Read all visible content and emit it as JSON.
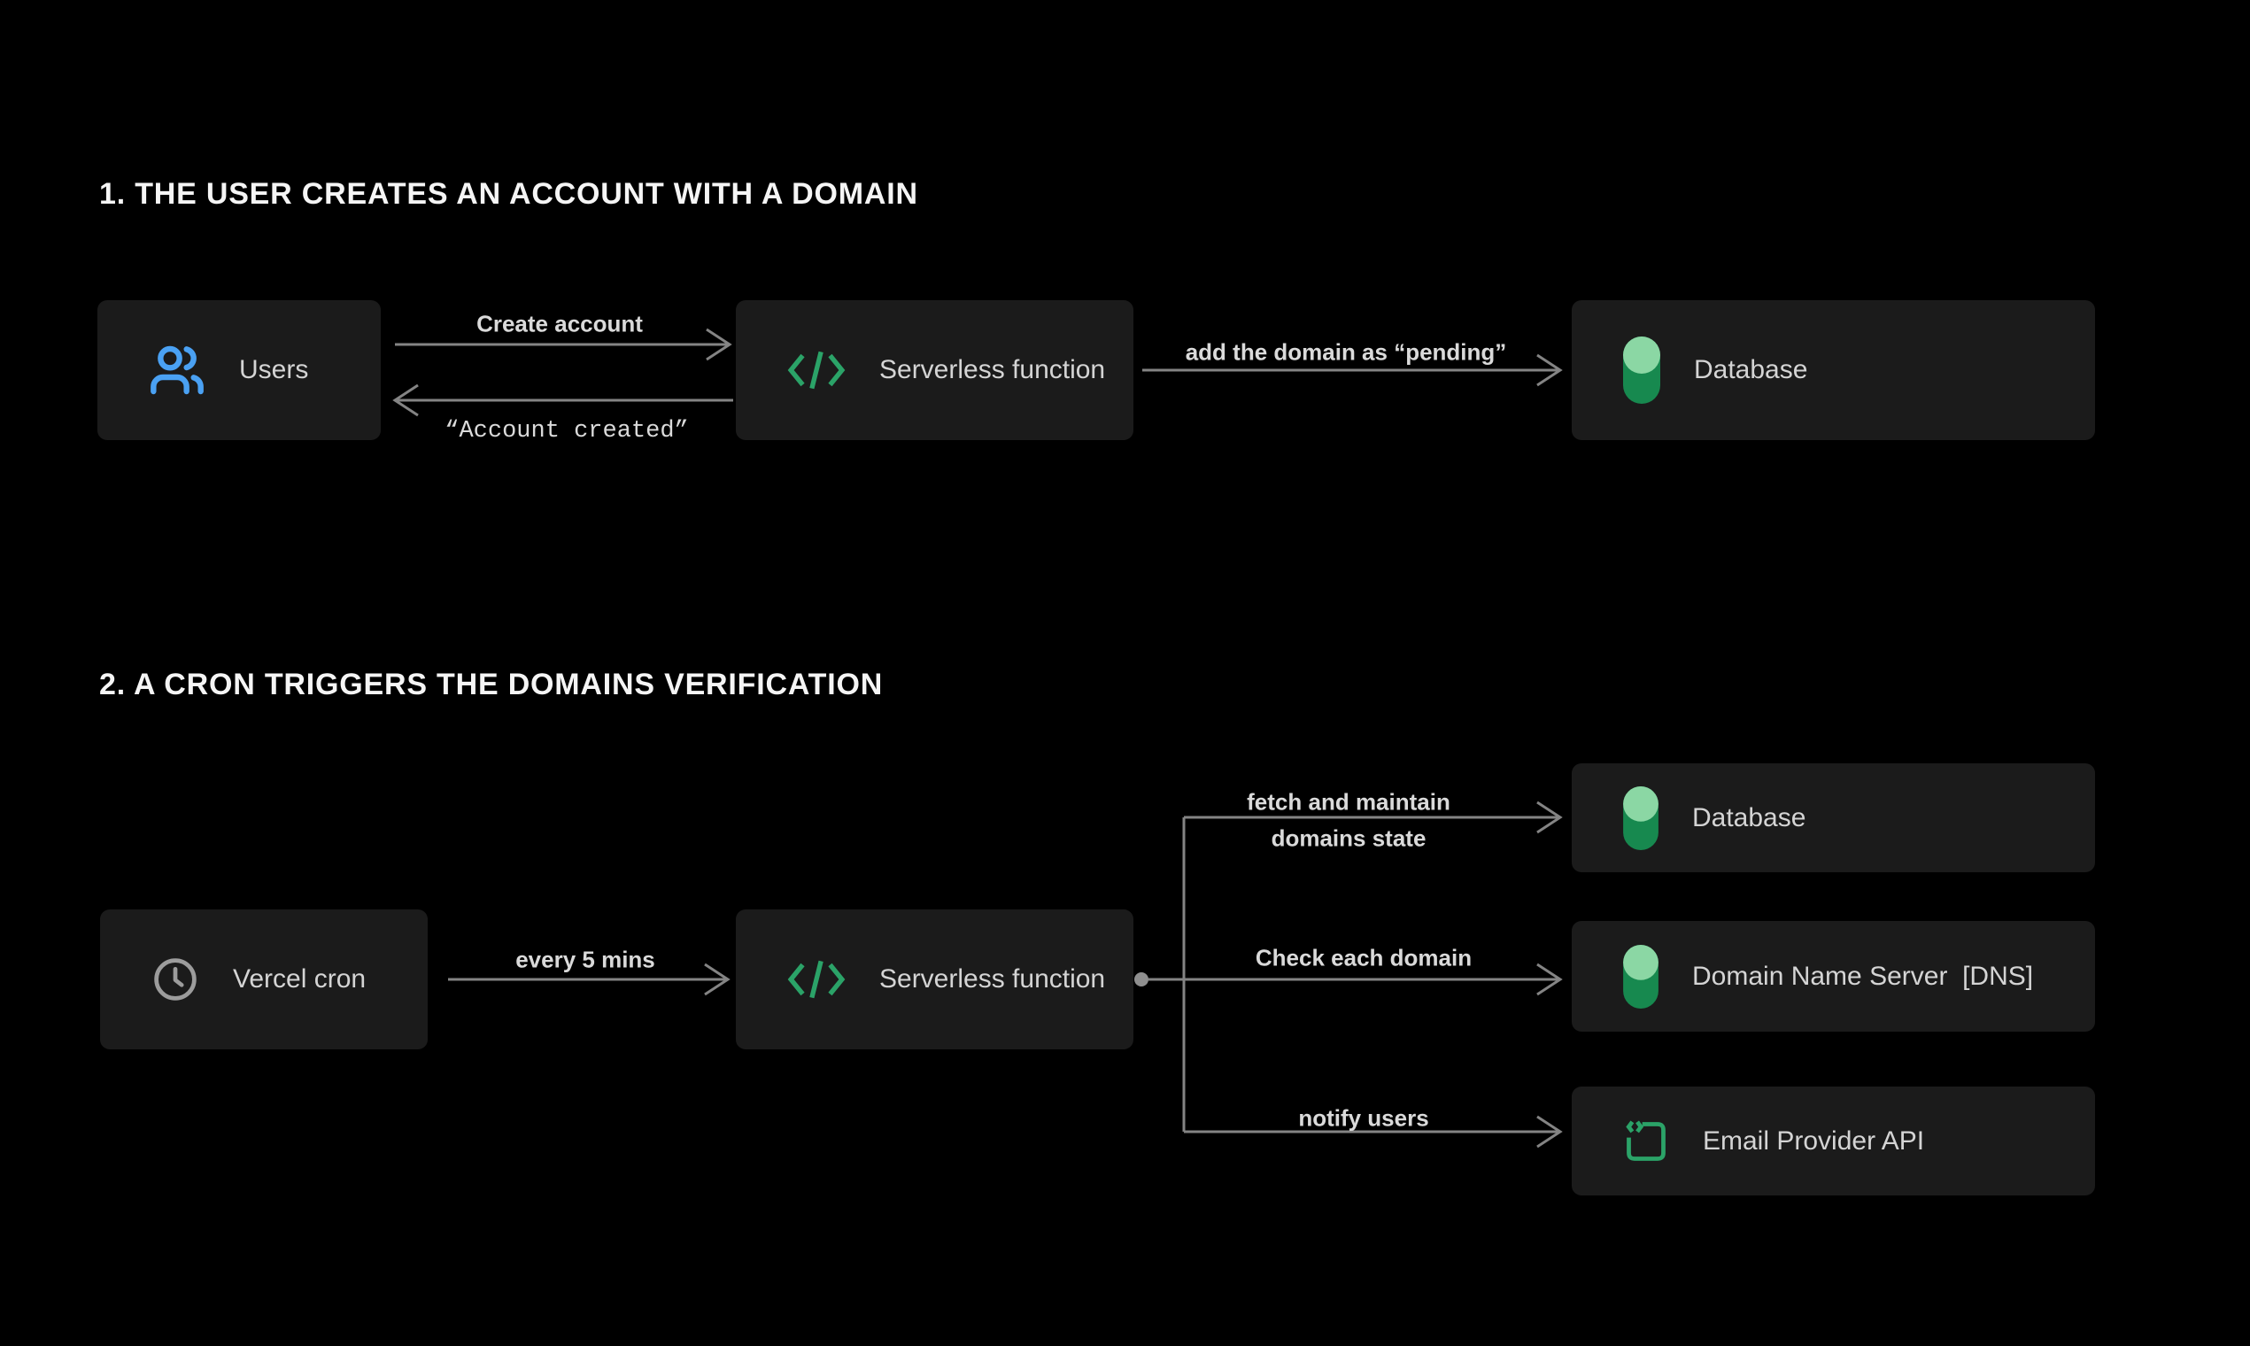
{
  "colors": {
    "background": "#000000",
    "node_bg": "#1b1b1b",
    "title_text": "#f5f5f5",
    "node_text": "#d4d4d4",
    "edge_text": "#dadada",
    "arrow": "#848484",
    "dot": "#8f8f8f",
    "blue_icon": "#4aa1f3",
    "green_icon": "#2ba368",
    "db_cap_light": "#8bd7a4",
    "db_body_dark": "#17894f",
    "clock_gray": "#9c9c9c"
  },
  "sections": [
    {
      "title": "1. THE USER CREATES AN ACCOUNT WITH A DOMAIN",
      "nodes": [
        {
          "id": "users",
          "label": "Users",
          "icon": "users-icon"
        },
        {
          "id": "serverless-1",
          "label": "Serverless function",
          "icon": "code-icon"
        },
        {
          "id": "database-1",
          "label": "Database",
          "icon": "database-icon"
        }
      ],
      "edges": [
        {
          "label": "Create account",
          "from": "users",
          "to": "serverless-1",
          "direction": "right"
        },
        {
          "label": "“Account created”",
          "from": "serverless-1",
          "to": "users",
          "direction": "left",
          "style": "mono"
        },
        {
          "label": "add the domain as “pending”",
          "from": "serverless-1",
          "to": "database-1",
          "direction": "right"
        }
      ]
    },
    {
      "title": "2. A CRON TRIGGERS THE DOMAINS VERIFICATION",
      "nodes": [
        {
          "id": "vercel-cron",
          "label": "Vercel cron",
          "icon": "clock-icon"
        },
        {
          "id": "serverless-2",
          "label": "Serverless function",
          "icon": "code-icon"
        },
        {
          "id": "database-2",
          "label": "Database",
          "icon": "database-icon"
        },
        {
          "id": "dns",
          "label": "Domain Name Server  [DNS]",
          "icon": "database-icon"
        },
        {
          "id": "email",
          "label": "Email Provider API",
          "icon": "api-icon"
        }
      ],
      "edges": [
        {
          "label": "every 5 mins",
          "from": "vercel-cron",
          "to": "serverless-2",
          "direction": "right"
        },
        {
          "label_lines": [
            "fetch and maintain",
            "domains state"
          ],
          "from": "serverless-2",
          "to": "database-2",
          "direction": "right"
        },
        {
          "label": "Check each domain",
          "from": "serverless-2",
          "to": "dns",
          "direction": "right"
        },
        {
          "label": "notify users",
          "from": "serverless-2",
          "to": "email",
          "direction": "right"
        }
      ]
    }
  ]
}
